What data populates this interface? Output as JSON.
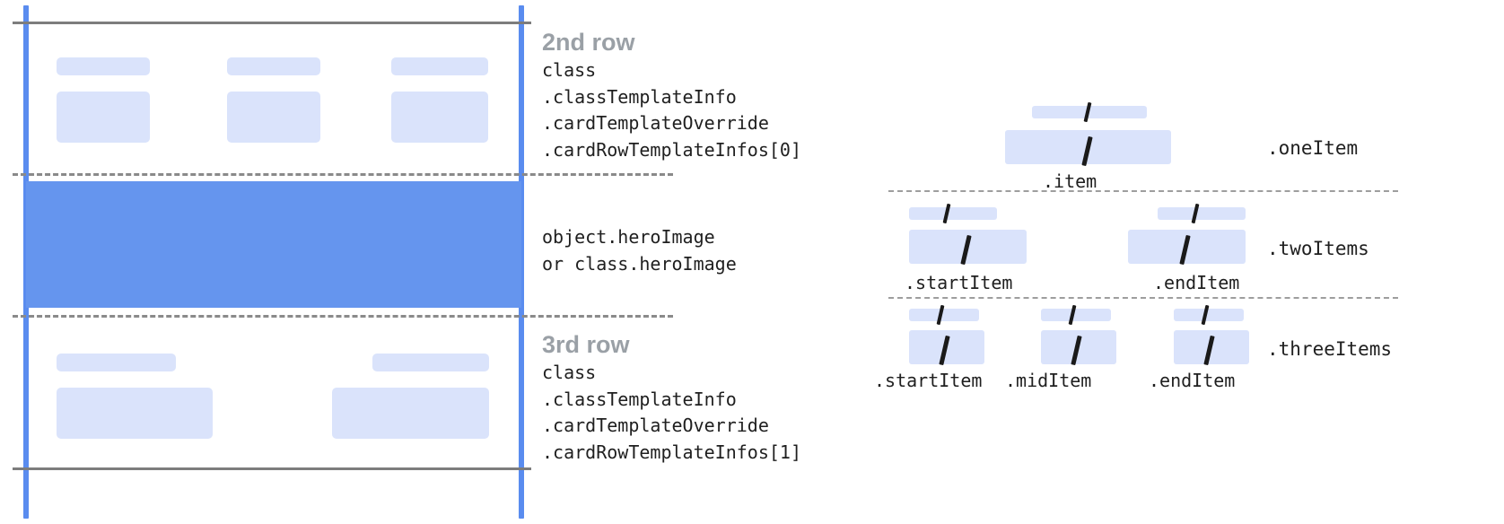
{
  "card_diagram": {
    "rows": [
      {
        "id": "second-row",
        "title": "2nd row",
        "code_lines": [
          "class",
          ".classTemplateInfo",
          ".cardTemplateOverride",
          ".cardRowTemplateInfos[0]"
        ],
        "item_count": 3
      },
      {
        "id": "hero-row",
        "title": "",
        "code_lines": [
          "object.heroImage",
          "or class.heroImage"
        ],
        "item_count": 0
      },
      {
        "id": "third-row",
        "title": "3rd row",
        "code_lines": [
          "class",
          ".classTemplateInfo",
          ".cardTemplateOverride",
          ".cardRowTemplateInfos[1]"
        ],
        "item_count": 2
      }
    ]
  },
  "item_legend": {
    "groups": [
      {
        "name": ".oneItem",
        "items": [
          {
            "label": ".item"
          }
        ]
      },
      {
        "name": ".twoItems",
        "items": [
          {
            "label": ".startItem"
          },
          {
            "label": ".endItem"
          }
        ]
      },
      {
        "name": ".threeItems",
        "items": [
          {
            "label": ".startItem"
          },
          {
            "label": ".midItem"
          },
          {
            "label": ".endItem"
          }
        ]
      }
    ]
  },
  "colors": {
    "accent_blue": "#6595ee",
    "placeholder_blue": "#dae3fb",
    "rule_gray": "#7d7d7d",
    "title_gray": "#9aa0a6",
    "code_black": "#1f1f1f"
  }
}
